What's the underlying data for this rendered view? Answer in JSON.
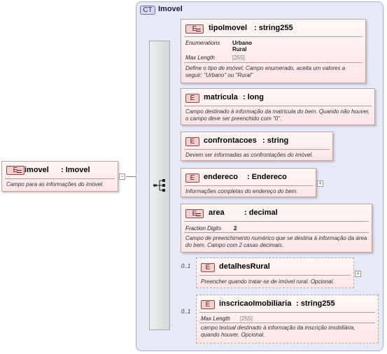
{
  "root": {
    "badge": "E",
    "name": "imovel",
    "type": ": Imovel",
    "doc": "Campo para as informações do imóvel."
  },
  "complex_type": {
    "badge": "CT",
    "name": "Imovel"
  },
  "elements": [
    {
      "badge": "E",
      "name": "tipoImovel",
      "type": ": string255",
      "facets": [
        {
          "label": "Enumerations",
          "values": [
            "Urbano",
            "Rural"
          ]
        },
        {
          "label": "Max Length",
          "values": [
            "[255]"
          ]
        }
      ],
      "doc": "Define o tipo de imóvel; Campo enumerado, aceita um valores a seguir: \"Urbano\" ou \"Rural\""
    },
    {
      "badge": "E",
      "name": "matricula",
      "type": ": long",
      "doc": "Campo destinado à informação da matrícula do bem. Quando não houver, o campo deve ser preenchido com \"0\"."
    },
    {
      "badge": "E",
      "name": "confrontacoes",
      "type": ": string",
      "doc": "Devem ser informadas as confrontações do imóvel."
    },
    {
      "badge": "E",
      "name": "endereco",
      "type": ": Endereco",
      "doc": "Informações completas do endereço do bem."
    },
    {
      "badge": "E",
      "name": "area",
      "type": ": decimal",
      "facets": [
        {
          "label": "Fraction Digits",
          "values": [
            "2"
          ]
        }
      ],
      "doc": "Campo de preenchimento numérico que se destina à informação da área do bem. Campo com 2 casas decimais."
    },
    {
      "badge": "E",
      "name": "detalhesRural",
      "occurrence": "0..1",
      "doc": "Preencher quando tratar-se de imóvel rural. Opcional."
    },
    {
      "badge": "E",
      "name": "inscricaoImobiliaria",
      "type": ": string255",
      "occurrence": "0..1",
      "facets": [
        {
          "label": "Max Length",
          "values": [
            "[255]"
          ]
        }
      ],
      "doc": "campo textual destinado à informação da inscrição imobiliária, quando houver. Opcional."
    }
  ],
  "icons": {
    "expand": "plus-icon",
    "collapse": "minus-icon",
    "sequence": "sequence-compositor-icon",
    "element": "element-badge-icon",
    "complex_type": "complex-type-badge-icon"
  },
  "colors": {
    "element_fill": "#fde6e6",
    "element_border": "#c9a0a0",
    "complex_type_fill": "#e6eaf6"
  },
  "collapse_symbol": "−",
  "expand_symbol": "+"
}
